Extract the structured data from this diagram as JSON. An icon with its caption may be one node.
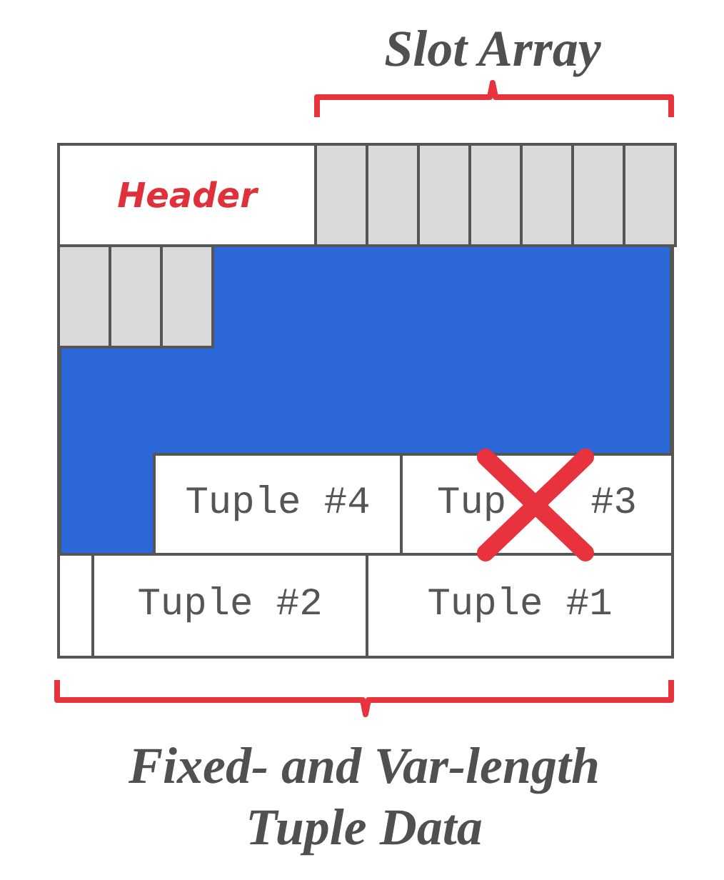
{
  "diagram": {
    "nodes": [
      {
        "text": [],
        "shape": "box"
      },
      {
        "text": [
          "Header"
        ],
        "in": 0
      },
      {
        "text": [],
        "shape": "box",
        "in": 0
      },
      {
        "text": [],
        "shape": "box",
        "in": 0
      },
      {
        "text": [],
        "shape": "box",
        "in": 0
      },
      {
        "text": [],
        "shape": "box",
        "in": 0
      },
      {
        "text": [],
        "shape": "box",
        "in": 0
      },
      {
        "text": [],
        "shape": "box",
        "in": 0
      },
      {
        "text": [],
        "shape": "box",
        "in": 0
      },
      {
        "text": [],
        "shape": "box",
        "in": 0
      },
      {
        "text": [],
        "shape": "box",
        "in": 0
      },
      {
        "text": [],
        "shape": "box",
        "in": 0
      },
      {
        "text": [
          "Tuple #4"
        ],
        "in": 0
      },
      {
        "text": [
          "Tup",
          "#3"
        ],
        "in": 0
      },
      {
        "text": [],
        "shape": "box",
        "in": 0
      },
      {
        "text": [
          "Tuple #2"
        ],
        "in": 0
      },
      {
        "text": [
          "Tuple #1"
        ],
        "in": 0
      }
    ],
    "labels": [
      "Slot Array",
      "Fixed- and Var-length Tuple Data"
    ]
  }
}
